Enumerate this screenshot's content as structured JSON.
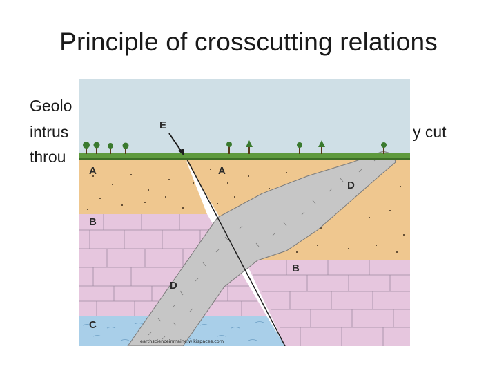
{
  "slide": {
    "title": "Principle of crosscutting relations",
    "body_line1_start": "Geolo",
    "body_line2_start": "intrus",
    "body_line2_end": "y cut",
    "body_line3_start": "throu"
  },
  "diagram": {
    "labels": {
      "A_left": "A",
      "A_right": "A",
      "B_left": "B",
      "B_right": "B",
      "C": "C",
      "D_upper": "D",
      "D_lower": "D",
      "E": "E"
    },
    "credit": "earthscienceinmaine.wikispaces.com",
    "colors": {
      "sky": "#cfdfe6",
      "sandstone": "#efc78f",
      "shale": "#e6c6de",
      "limestone": "#a9cfe9",
      "intrusion": "#c6c6c6",
      "grass": "#5e9a3e"
    }
  }
}
